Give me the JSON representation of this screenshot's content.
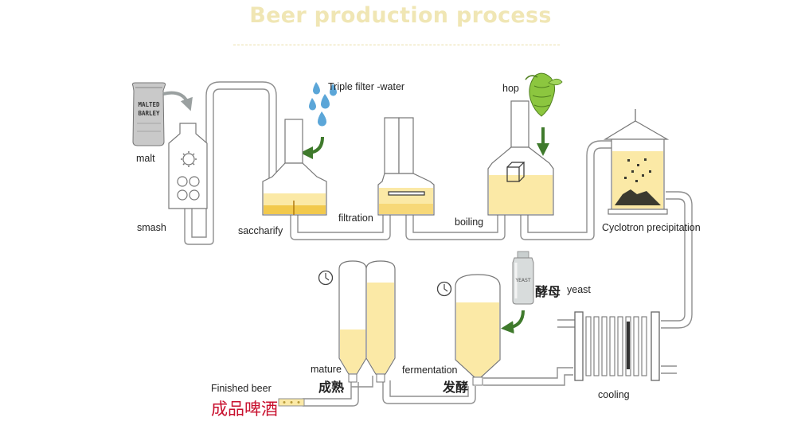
{
  "title": "Beer production process",
  "labels": {
    "malt": "malt",
    "smash": "smash",
    "triple_filter_water": "Triple filter -water",
    "saccharify": "saccharify",
    "filtration": "filtration",
    "hop": "hop",
    "boiling": "boiling",
    "cyclotron_precipitation": "Cyclotron precipitation",
    "yeast_cn": "酵母",
    "yeast": "yeast",
    "cooling": "cooling",
    "fermentation": "fermentation",
    "fermentation_cn": "发酵",
    "mature": "mature",
    "mature_cn": "成熟",
    "finished_beer": "Finished beer",
    "finished_beer_cn": "成品啤酒"
  },
  "malt_sack": {
    "line1": "MALTED",
    "line2": "BARLEY"
  },
  "yeast_bottle_text": "YEAST",
  "colors": {
    "liquid": "#fbe9a6",
    "liquid_dark": "#f2c94c",
    "pipe": "#9a9a9a",
    "arrow_green": "#3f7a2c",
    "water_blue": "#5ba6d8",
    "hop_green": "#8cc63f",
    "title": "#f0e6b4",
    "red_text": "#c8102e"
  },
  "icons": [
    "malt-sack-icon",
    "water-drops-icon",
    "hop-icon",
    "yeast-bottle-icon",
    "timer-icon"
  ]
}
